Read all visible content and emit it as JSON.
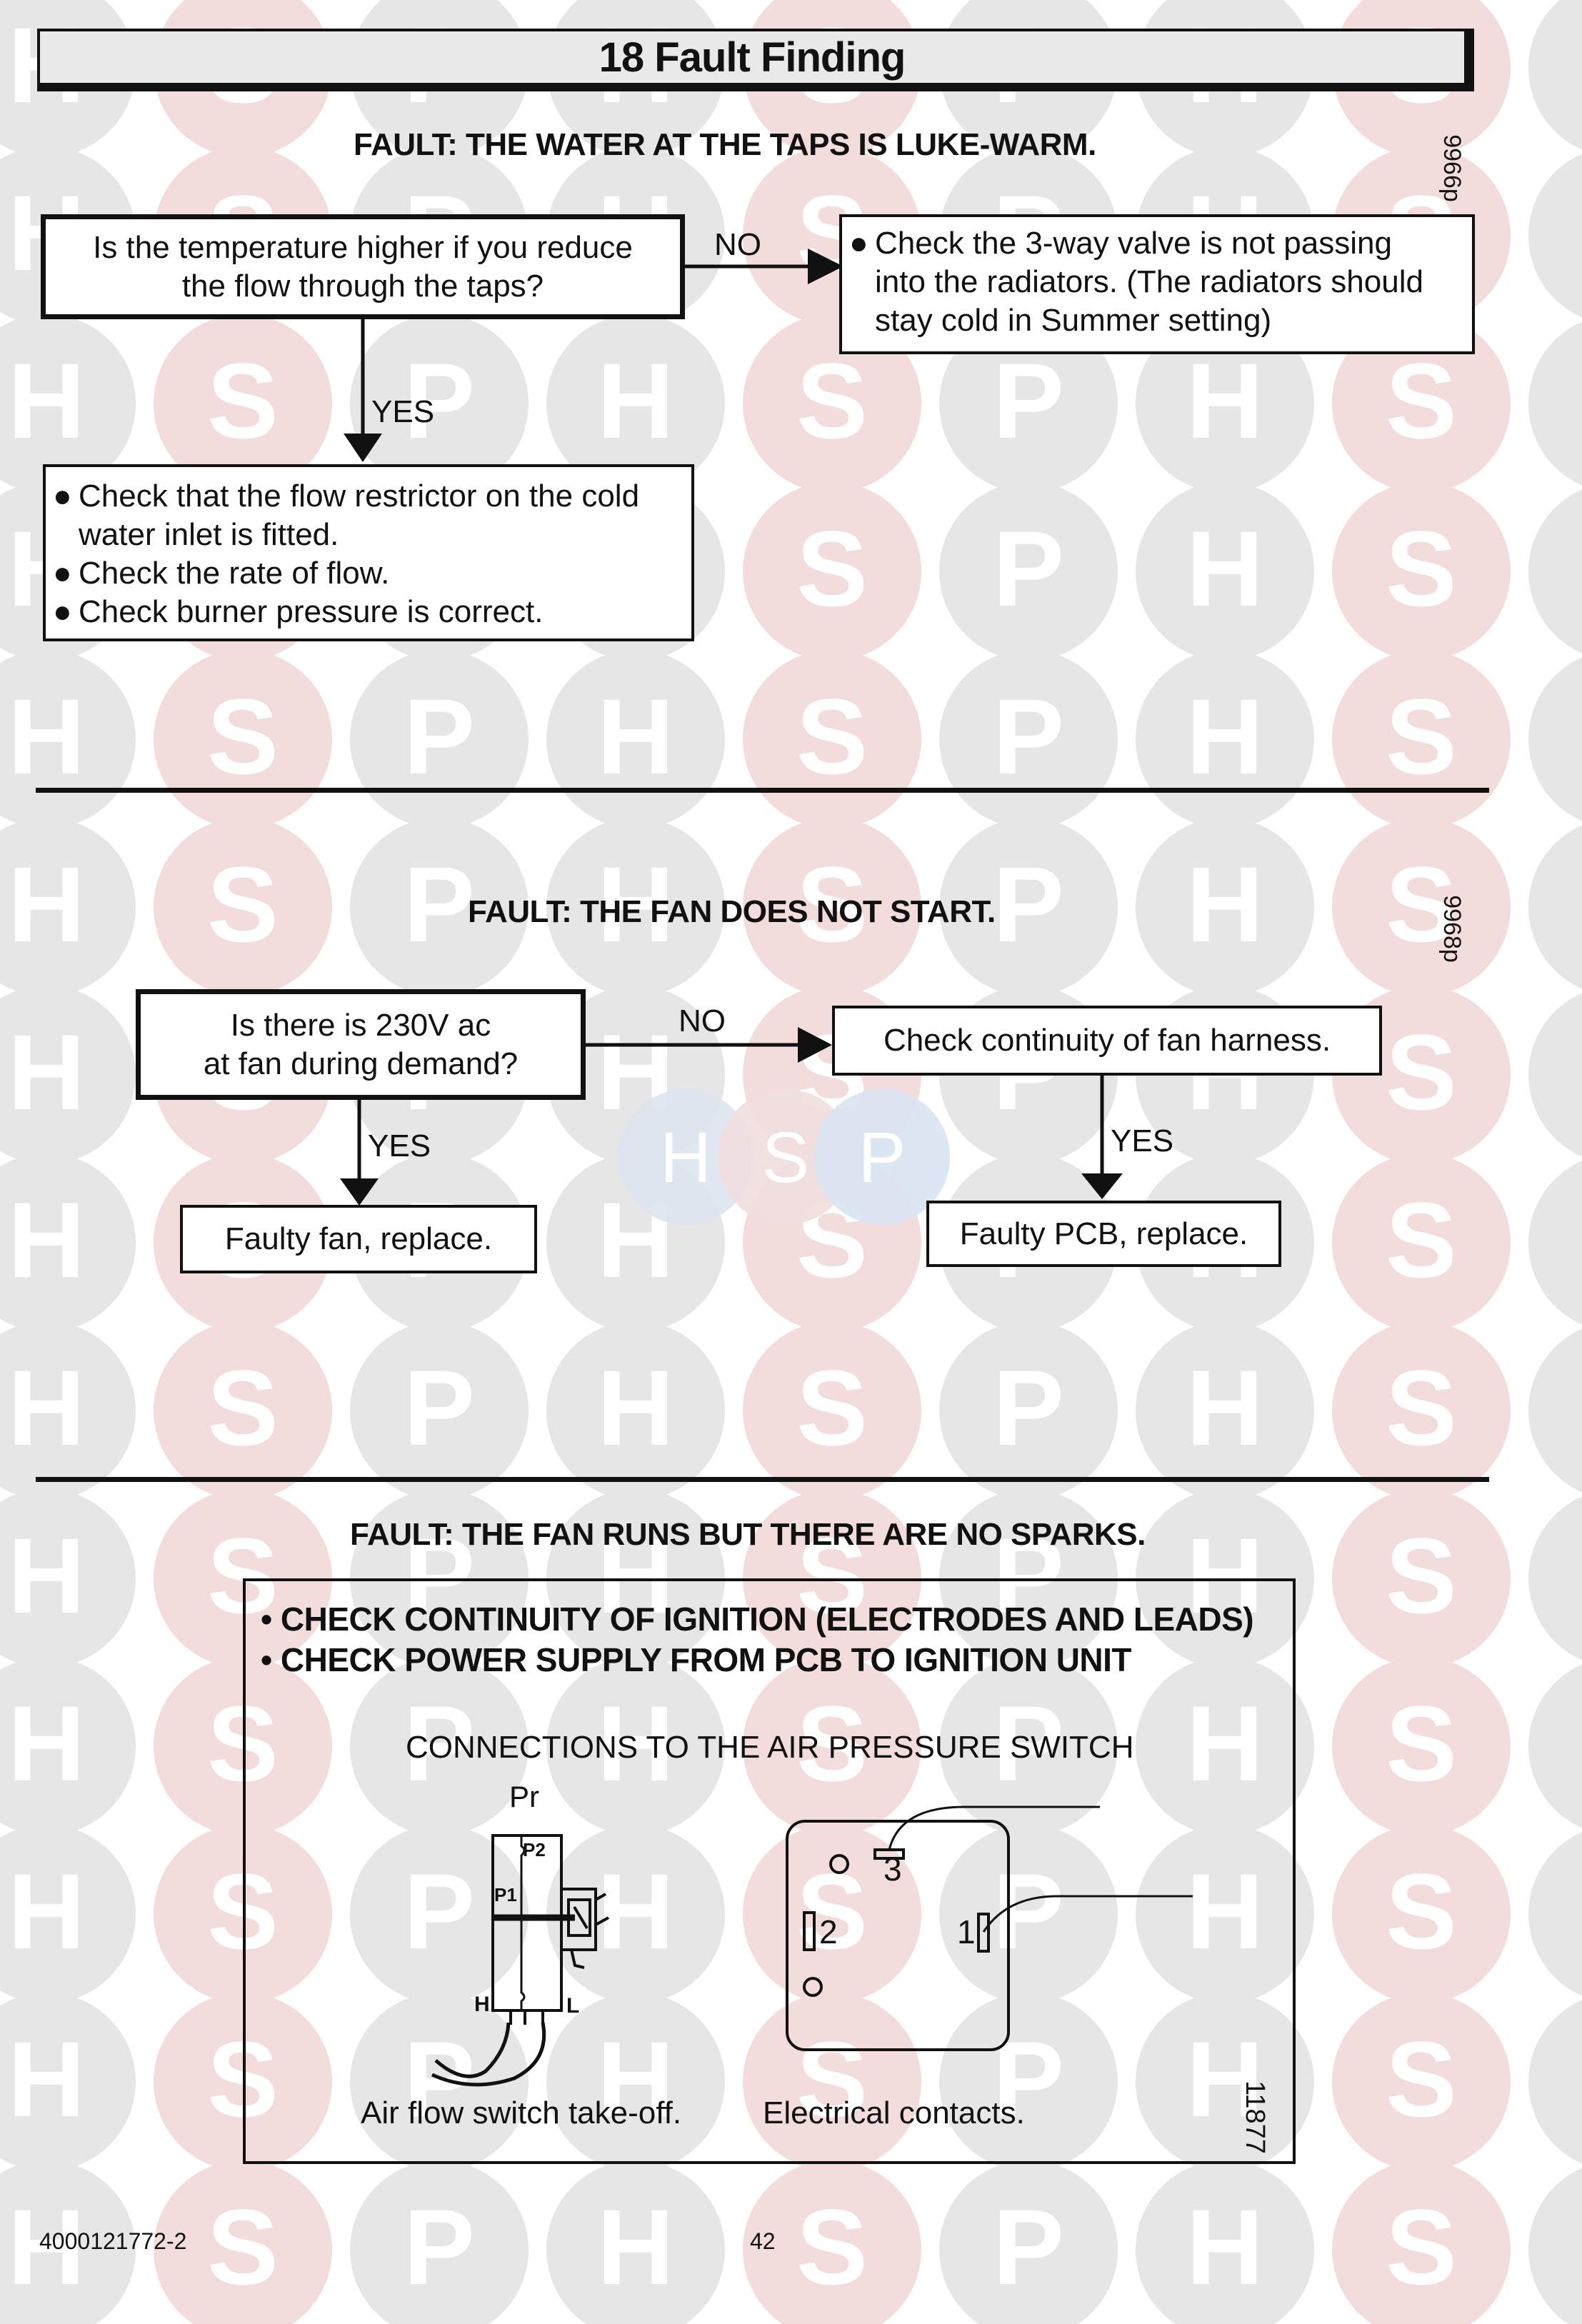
{
  "header": {
    "title": "18 Fault Finding"
  },
  "section1": {
    "heading": "FAULT: THE WATER AT THE TAPS IS LUKE-WARM.",
    "ref": "9966p",
    "question": [
      "Is the temperature higher if you reduce",
      "the flow through the taps?"
    ],
    "no_label": "NO",
    "yes_label": "YES",
    "no_action": [
      "Check the 3-way valve is not passing",
      "into the radiators. (The radiators should",
      "stay cold in Summer setting)"
    ],
    "yes_actions": [
      "Check that the flow restrictor on the cold",
      "water inlet is fitted.",
      "Check the rate of flow.",
      "Check burner pressure is correct."
    ],
    "bullet": "●"
  },
  "section2": {
    "heading": "FAULT: THE FAN DOES NOT START.",
    "ref": "9968p",
    "question": [
      "Is there is 230V ac",
      "at fan during demand?"
    ],
    "no_label": "NO",
    "yes_label": "YES",
    "no_action": "Check continuity of fan harness.",
    "yes_action": "Faulty fan, replace.",
    "no_yes_label": "YES",
    "no_yes_action": "Faulty PCB, replace."
  },
  "section3": {
    "heading": "FAULT: THE FAN RUNS BUT THERE ARE NO SPARKS.",
    "checks": [
      "• CHECK CONTINUITY OF IGNITION (ELECTRODES AND LEADS)",
      "• CHECK POWER SUPPLY FROM PCB TO IGNITION UNIT"
    ],
    "diagram_title": "CONNECTIONS TO THE AIR PRESSURE SWITCH",
    "switch_labels": {
      "pr": "Pr",
      "p1": "P1",
      "p2": "P2",
      "h": "H",
      "l": "L"
    },
    "contact_labels": {
      "c1": "1",
      "c2": "2",
      "c3": "3"
    },
    "caption_left": "Air flow switch take-off.",
    "caption_right": "Electrical contacts.",
    "ref": "11877"
  },
  "footer": {
    "doc_number": "4000121772-2",
    "page": "42"
  },
  "watermark": {
    "letters": [
      "H",
      "S",
      "P"
    ],
    "colors": [
      "#e6e6e6",
      "#f3dcdc",
      "#e6e6e6"
    ],
    "center_colors": [
      "#dde4ee",
      "#f1dede",
      "#d8e4f2"
    ]
  }
}
